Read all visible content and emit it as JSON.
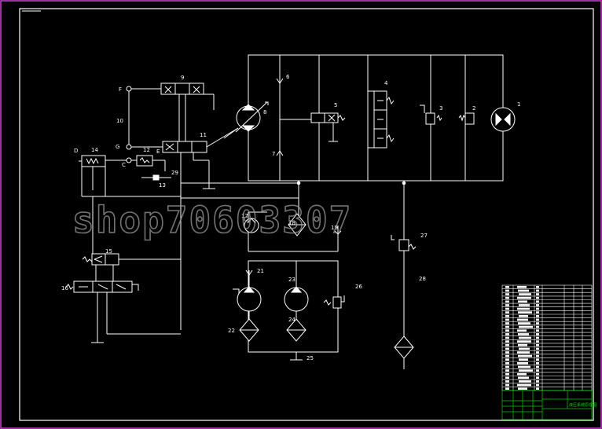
{
  "watermark": "shop70603307",
  "components": [
    {
      "id": "1",
      "label": "1"
    },
    {
      "id": "2",
      "label": "2"
    },
    {
      "id": "3",
      "label": "3"
    },
    {
      "id": "4",
      "label": "4"
    },
    {
      "id": "5",
      "label": "5"
    },
    {
      "id": "6",
      "label": "6"
    },
    {
      "id": "7",
      "label": "7"
    },
    {
      "id": "8",
      "label": "8"
    },
    {
      "id": "9",
      "label": "9"
    },
    {
      "id": "10",
      "label": "10"
    },
    {
      "id": "11",
      "label": "11"
    },
    {
      "id": "12",
      "label": "12"
    },
    {
      "id": "13",
      "label": "13"
    },
    {
      "id": "14",
      "label": "14"
    },
    {
      "id": "15",
      "label": "15"
    },
    {
      "id": "16",
      "label": "16"
    },
    {
      "id": "17",
      "label": "17"
    },
    {
      "id": "18",
      "label": "18"
    },
    {
      "id": "19",
      "label": "19"
    },
    {
      "id": "21",
      "label": "21"
    },
    {
      "id": "22",
      "label": "22"
    },
    {
      "id": "23",
      "label": "23"
    },
    {
      "id": "24",
      "label": "24"
    },
    {
      "id": "25",
      "label": "25"
    },
    {
      "id": "26",
      "label": "26"
    },
    {
      "id": "27",
      "label": "27"
    },
    {
      "id": "28",
      "label": "28"
    },
    {
      "id": "29",
      "label": "29"
    }
  ],
  "port_letters": {
    "F": "F",
    "G": "G",
    "E": "E",
    "D": "D",
    "C": "C"
  },
  "title_block": {
    "drawing_title": "液压系统原理图"
  },
  "colors": {
    "border": "#cc44cc",
    "lines": "#ffffff",
    "table_lines": "#ffffff",
    "title_block": "#00cc00",
    "watermark": "#9a9a9a"
  }
}
